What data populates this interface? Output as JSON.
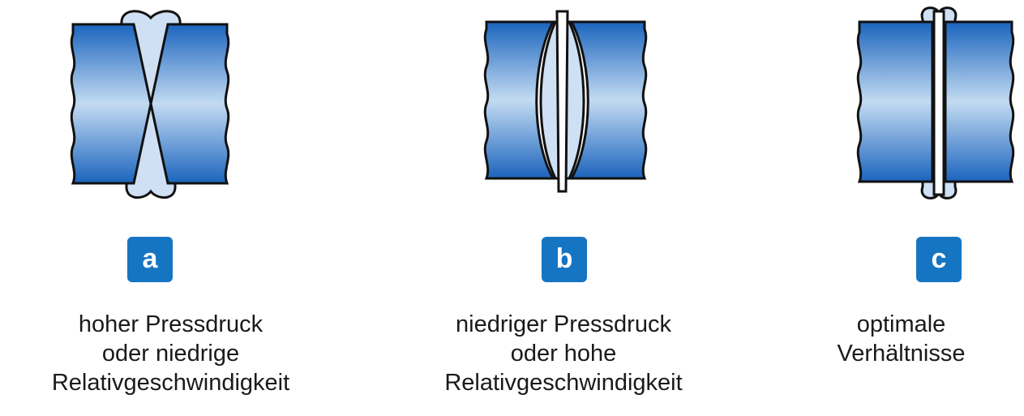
{
  "colors": {
    "pipe_top": "#1f6fc7",
    "pipe_mid": "#bcd6f0",
    "pipe_bottom": "#1f6fc7",
    "bead_fill": "#cfe0f4",
    "outline": "#111111",
    "badge": "#1675c2"
  },
  "panels": [
    {
      "badge": "a",
      "caption": [
        "hoher Pressdruck",
        "oder niedrige",
        "Relativgeschwindigkeit"
      ]
    },
    {
      "badge": "b",
      "caption": [
        "niedriger Pressdruck",
        "oder hohe",
        "Relativgeschwindigkeit"
      ]
    },
    {
      "badge": "c",
      "caption": [
        "optimale",
        "Verhältnisse"
      ]
    }
  ]
}
